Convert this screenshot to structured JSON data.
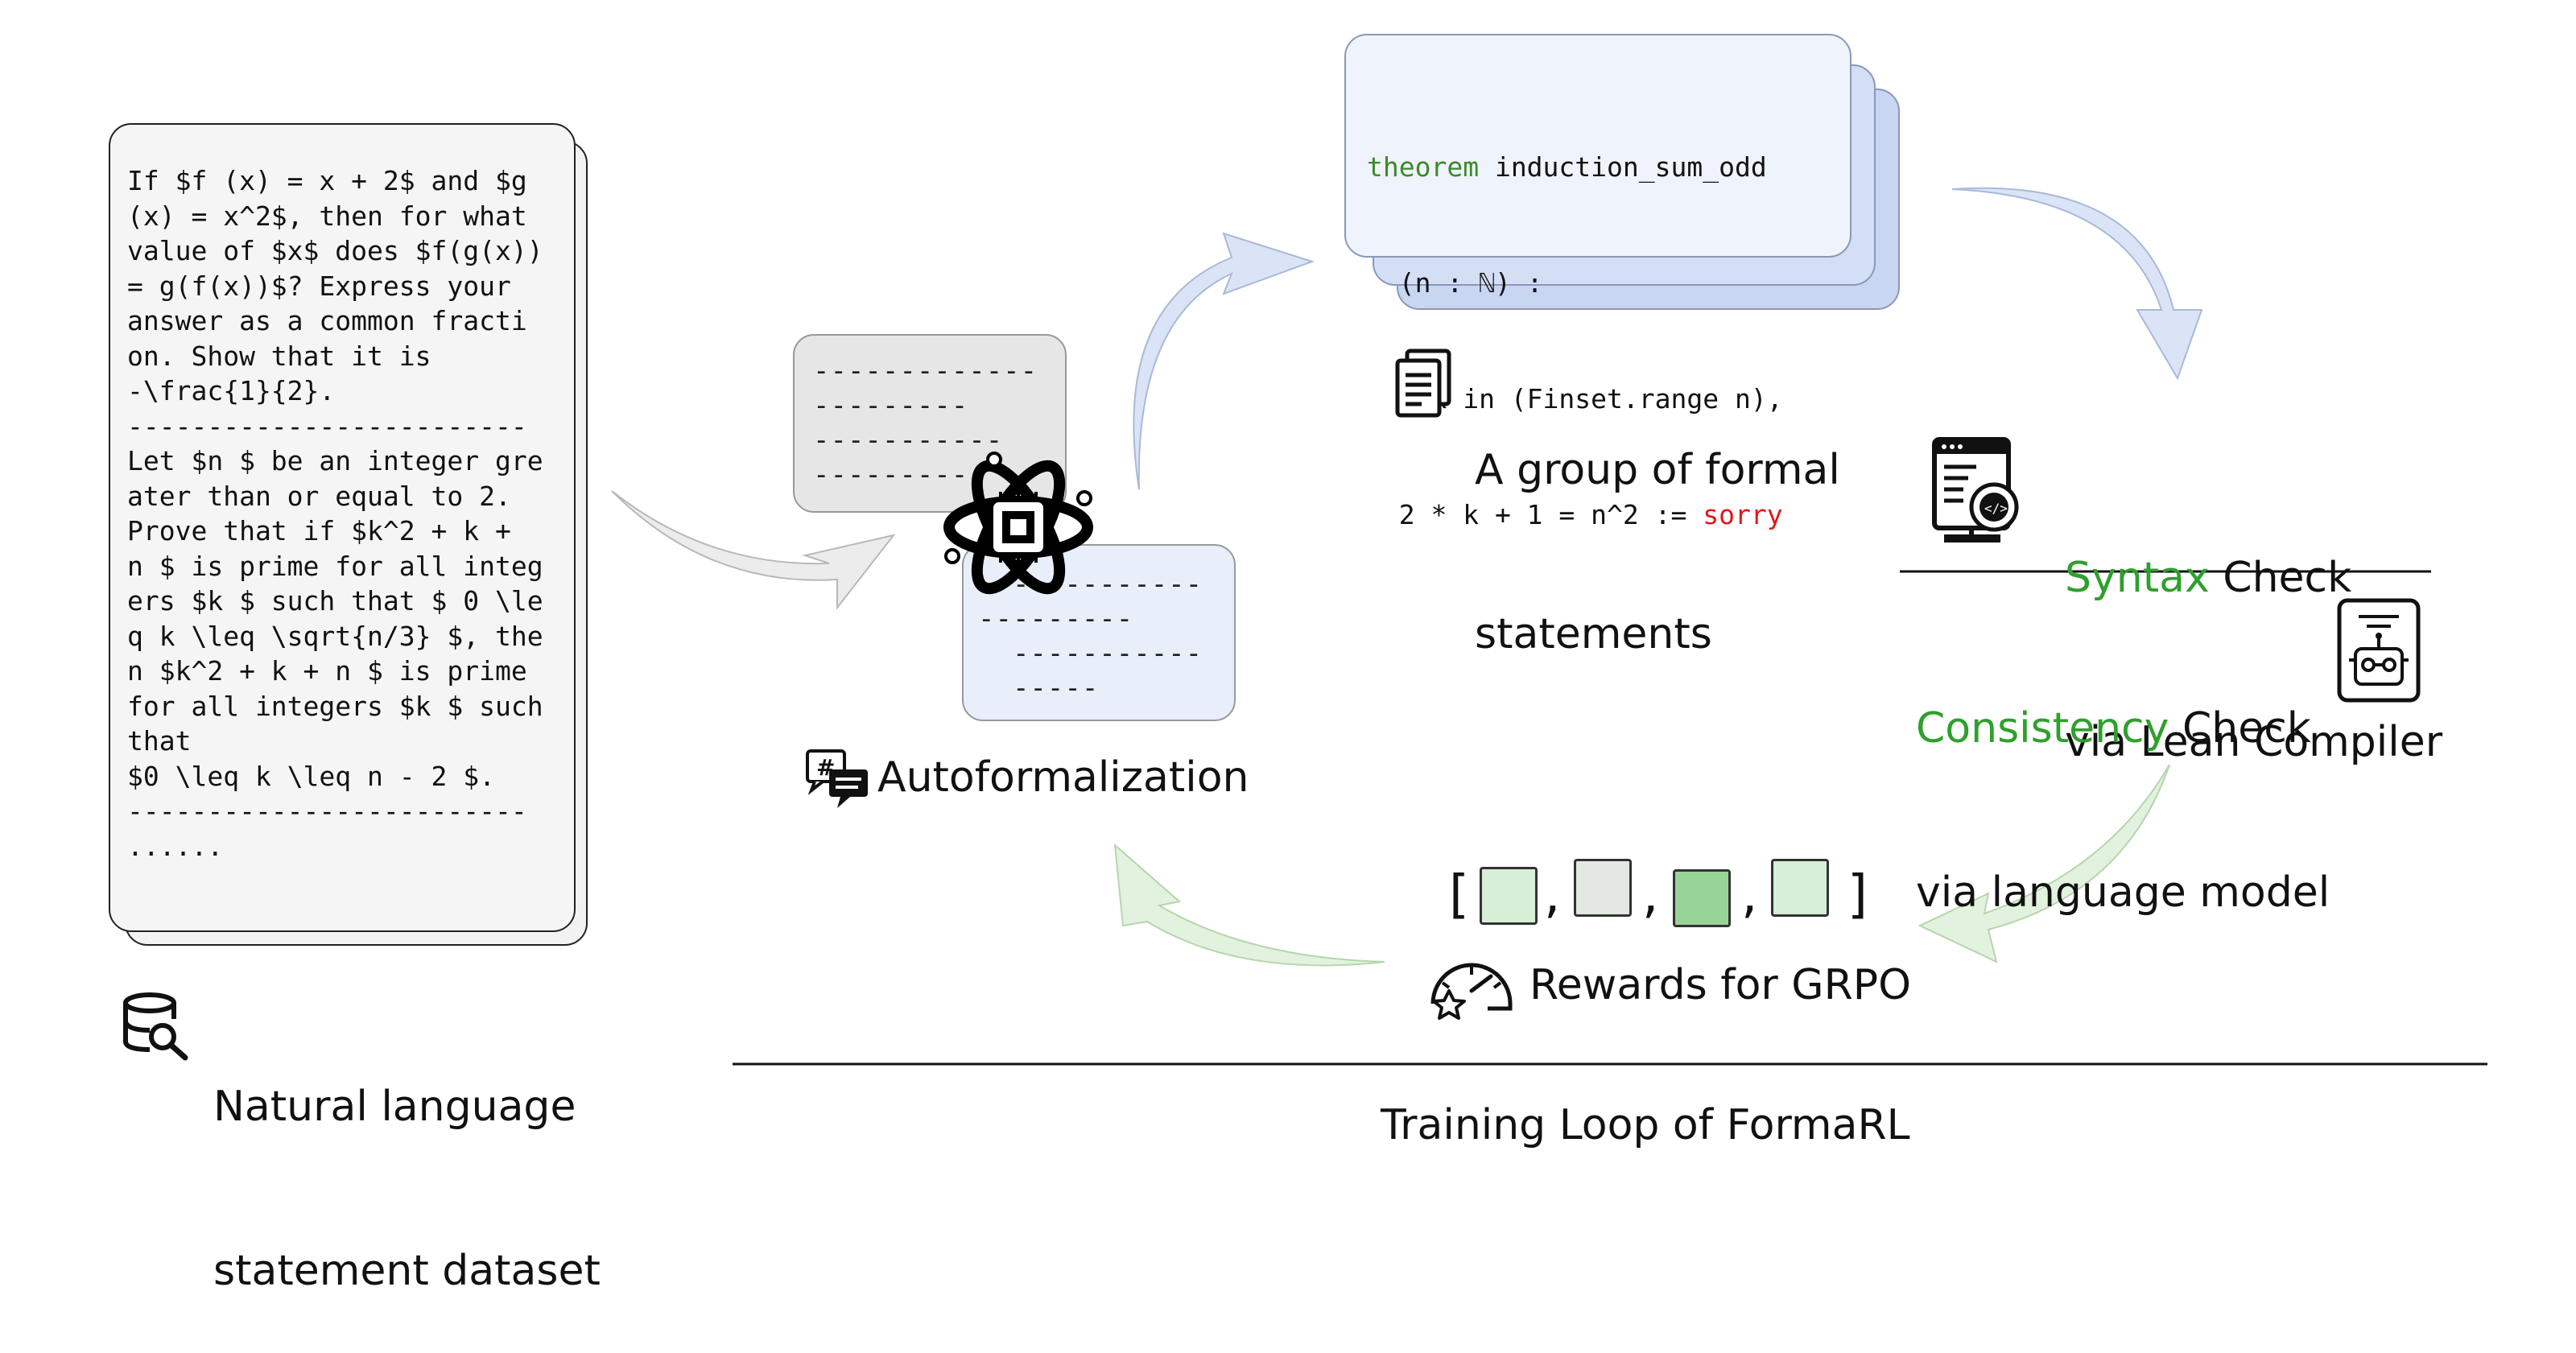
{
  "nl_dataset": {
    "text_lines": [
      "If $f (x) = x + 2$ and $g",
      "(x) = x^2$, then for what",
      "value of $x$ does $f(g(x))",
      "= g(f(x))$? Express your",
      "answer as a common fracti",
      "on. Show that it is",
      "-\\frac{1}{2}.",
      "-------------------------",
      "Let $n $ be an integer gre",
      "ater than or equal to 2.",
      "Prove that if $k^2 + k +",
      "n $ is prime for all integ",
      "ers $k $ such that $ 0 \\le",
      "q k \\leq \\sqrt{n/3} $, the",
      "n $k^2 + k + n $ is prime",
      "for all integers $k $ such",
      "that",
      "$0 \\leq k \\leq n - 2 $.",
      "-------------------------",
      "......"
    ],
    "label_line1": "Natural language",
    "label_line2": "statement dataset",
    "icon": "database-search-icon"
  },
  "autoformalization": {
    "gray_card_lines": [
      "-------------",
      "---------",
      "-----------",
      "----------"
    ],
    "blue_card_lines": [
      "-------------",
      "---------",
      "  -----------",
      "  -----"
    ],
    "label": "Autoformalization",
    "icon": "hash-chat-icon",
    "model_icon": "atom-chip-icon"
  },
  "formal_statements": {
    "code": {
      "keyword": "theorem",
      "name": " induction_sum_odd",
      "line2": "  (n : ℕ) :",
      "line3": "  Σ k in (Finset.range n),",
      "line4_prefix": "  2 * k + 1 = n^2 := ",
      "line4_error": "sorry"
    },
    "label_line1": "A group of formal",
    "label_line2": "statements",
    "icon": "documents-icon"
  },
  "checks": {
    "syntax": {
      "highlight": "Syntax",
      "rest": " Check",
      "line2": "via Lean Compiler",
      "icon": "code-compiler-icon"
    },
    "consistency": {
      "highlight": "Consistency",
      "rest": " Check",
      "line2": "via language model",
      "icon": "robot-book-icon"
    }
  },
  "rewards": {
    "open_bracket": "[",
    "close_bracket": "]",
    "separator": ",",
    "box_colors": [
      "#d6efd6",
      "#e3e8e3",
      "#97d497",
      "#d6efd6"
    ],
    "label": "Rewards for GRPO",
    "icon": "gauge-star-icon"
  },
  "caption": "Training Loop of FormaRL",
  "colors": {
    "blue_fill": "#c9d6f1",
    "blue_card": "#e8eefa",
    "gray_card": "#e6e6e6",
    "green_arrow": "#dff0dc",
    "gray_arrow": "#ececec",
    "highlight_green": "#2ea02c",
    "error_red": "#e01818"
  }
}
